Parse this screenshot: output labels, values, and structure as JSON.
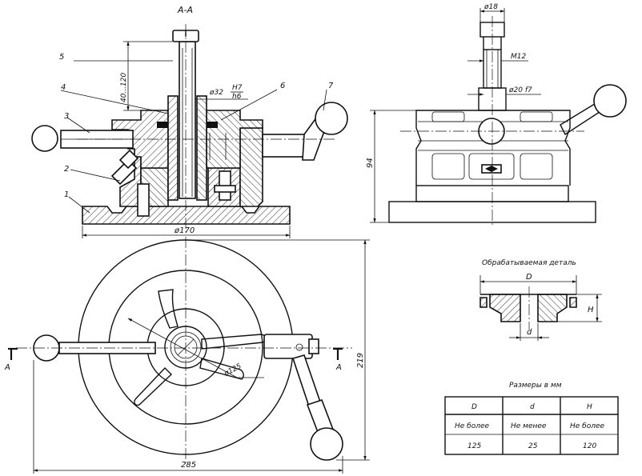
{
  "section_label": "А-А",
  "section_marks": {
    "left": "А",
    "right": "А"
  },
  "part_numbers": [
    "1",
    "2",
    "3",
    "4",
    "5",
    "6",
    "7"
  ],
  "dimensions": {
    "range_40_120": "40...120",
    "fit_d32": "ø32",
    "fit_h7": "H7",
    "fit_h6": "h6",
    "dia_170": "ø170",
    "dia_18": "ø18",
    "thread_m12": "M12",
    "dia_20f7": "ø20 f7",
    "height_94": "94",
    "dia_125": "ø125",
    "height_219": "219",
    "width_285": "285"
  },
  "workpiece": {
    "title": "Обрабатываемая деталь",
    "label_D": "D",
    "label_d": "d",
    "label_H": "H"
  },
  "table": {
    "title": "Размеры в мм",
    "headers": [
      "D",
      "d",
      "H"
    ],
    "rows": [
      [
        "Не более",
        "Не менее",
        "Не более"
      ],
      [
        "125",
        "25",
        "120"
      ]
    ]
  }
}
